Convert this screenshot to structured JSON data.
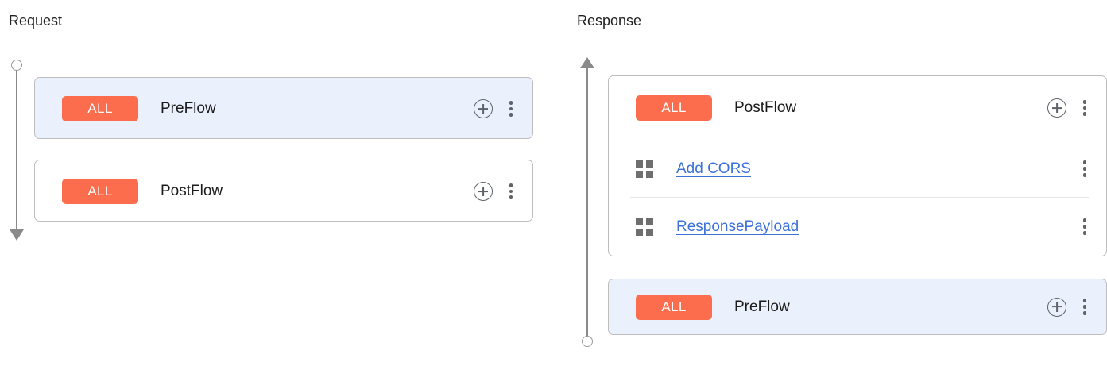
{
  "panels": {
    "request": {
      "title": "Request",
      "rail": {
        "start_icon": "circle-node",
        "end_icon": "arrow-down"
      },
      "cards": [
        {
          "badge": "ALL",
          "name": "PreFlow",
          "selected": true,
          "actions": [
            "add-icon",
            "more-vert-icon"
          ]
        },
        {
          "badge": "ALL",
          "name": "PostFlow",
          "selected": false,
          "actions": [
            "add-icon",
            "more-vert-icon"
          ]
        }
      ]
    },
    "response": {
      "title": "Response",
      "rail": {
        "start_icon": "arrow-up",
        "end_icon": "circle-node"
      },
      "cards": [
        {
          "badge": "ALL",
          "name": "PostFlow",
          "selected": false,
          "actions": [
            "add-icon",
            "more-vert-icon"
          ],
          "policies": [
            {
              "icon": "policy-grid-icon",
              "label": "Add CORS",
              "action": "more-vert-icon"
            },
            {
              "icon": "policy-grid-icon",
              "label": "ResponsePayload",
              "action": "more-vert-icon"
            }
          ]
        },
        {
          "badge": "ALL",
          "name": "PreFlow",
          "selected": true,
          "actions": [
            "add-icon",
            "more-vert-icon"
          ],
          "policies": []
        }
      ]
    }
  },
  "colors": {
    "badge_background": "#fb6d4c",
    "badge_text": "#ffffff",
    "selected_card_background": "#eaf1fd",
    "card_border": "#bdbdbd",
    "link": "#3b71d8",
    "rail": "#8a8a8a",
    "divider": "#e4e4e4",
    "icon": "#5f6368",
    "policy_icon": "#6e6e6e",
    "title_text": "#1f1f1f"
  }
}
